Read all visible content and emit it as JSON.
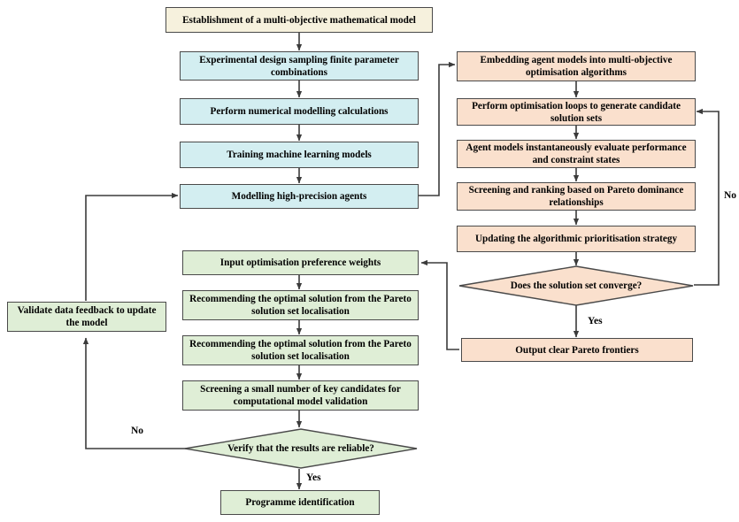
{
  "diagram": {
    "title": "Multi-objective optimisation workflow flowchart",
    "colors": {
      "cream": "#f6f1dd",
      "blue": "#d3eef1",
      "peach": "#fae0cd",
      "green": "#dfeed6",
      "stroke": "#4a4a4a",
      "edge": "#3b3b3b"
    },
    "nodes": {
      "establishment": "Establishment of a multi-objective mathematical model",
      "experimental_design": "Experimental design sampling finite parameter combinations",
      "numerical_modelling": "Perform numerical modelling calculations",
      "training_ml": "Training machine learning models",
      "modelling_agents": "Modelling high-precision agents",
      "embedding_agents": "Embedding agent models into multi-objective optimisation algorithms",
      "optimisation_loops": "Perform optimisation loops to generate candidate solution sets",
      "agent_evaluate": "Agent models instantaneously evaluate performance and constraint states",
      "screening_ranking": "Screening and ranking based on Pareto dominance relationships",
      "updating_strategy": "Updating the algorithmic prioritisation strategy",
      "converge_decision": "Does the solution set converge?",
      "output_pareto": "Output clear Pareto frontiers",
      "input_weights": "Input optimisation preference weights",
      "recommend_1": "Recommending the optimal solution from the Pareto solution set localisation",
      "recommend_2": "Recommending the optimal solution from the Pareto solution set localisation",
      "screening_candidates": "Screening a small number of key candidates for computational model validation",
      "verify_decision": "Verify that the results are reliable?",
      "programme_identification": "Programme identification",
      "validate_feedback": "Validate data feedback to update the model"
    },
    "edge_labels": {
      "converge_no": "No",
      "converge_yes": "Yes",
      "verify_no": "No",
      "verify_yes": "Yes"
    }
  }
}
